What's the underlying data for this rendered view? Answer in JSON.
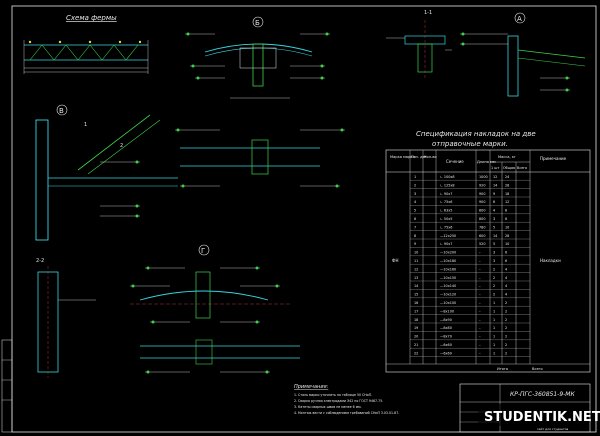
{
  "drawing": {
    "farm_scheme_title": "Схема фермы",
    "view_letters": {
      "b": "Б",
      "a": "А",
      "v": "В",
      "g": "Г"
    },
    "section_labels": {
      "s11": "1-1",
      "s22": "2-2",
      "cut1": "1",
      "cut2": "2"
    },
    "spec_title_line1": "Спецификация накладок на две",
    "spec_title_line2": "отправочные марки.",
    "spec_headers": {
      "mark": "Марка марки",
      "pos": "Поз. дет.",
      "qty": "Кол-во",
      "section": "Сечение",
      "length": "Длина мм",
      "mass_title": "Масса, кг",
      "mass_one": "1 шт",
      "mass_all": "Общая",
      "mass_total": "Всего",
      "note": "Примечание"
    },
    "spec_left_mark": "ФН",
    "spec_right_note": "Накладки",
    "spec_rows": [
      {
        "pos": "1",
        "section": "∟ 100х8",
        "length": "1000",
        "m1": "12",
        "mall": "24"
      },
      {
        "pos": "2",
        "section": "∟ 125х8",
        "length": "920",
        "m1": "14",
        "mall": "28"
      },
      {
        "pos": "3",
        "section": "∟ 90х7",
        "length": "900",
        "m1": "9",
        "mall": "18"
      },
      {
        "pos": "4",
        "section": "∟ 75х6",
        "length": "900",
        "m1": "6",
        "mall": "12"
      },
      {
        "pos": "5",
        "section": "∟ 63х5",
        "length": "800",
        "m1": "4",
        "mall": "8"
      },
      {
        "pos": "6",
        "section": "∟ 50х5",
        "length": "800",
        "m1": "3",
        "mall": "6"
      },
      {
        "pos": "7",
        "section": "∟ 75х6",
        "length": "780",
        "m1": "5",
        "mall": "10"
      },
      {
        "pos": "8",
        "section": "—12х250",
        "length": "600",
        "m1": "14",
        "mall": "28"
      },
      {
        "pos": "9",
        "section": "∟ 90х7",
        "length": "520",
        "m1": "5",
        "mall": "10"
      },
      {
        "pos": "10",
        "section": "—10х200",
        "length": "–",
        "m1": "3",
        "mall": "6"
      },
      {
        "pos": "11",
        "section": "—10х180",
        "length": "–",
        "m1": "3",
        "mall": "6"
      },
      {
        "pos": "12",
        "section": "—10х160",
        "length": "–",
        "m1": "2",
        "mall": "4"
      },
      {
        "pos": "13",
        "section": "—10х150",
        "length": "–",
        "m1": "2",
        "mall": "4"
      },
      {
        "pos": "14",
        "section": "—10х140",
        "length": "–",
        "m1": "2",
        "mall": "4"
      },
      {
        "pos": "15",
        "section": "—10х120",
        "length": "–",
        "m1": "2",
        "mall": "4"
      },
      {
        "pos": "16",
        "section": "—10х100",
        "length": "–",
        "m1": "1",
        "mall": "2"
      },
      {
        "pos": "17",
        "section": "—8х100",
        "length": "–",
        "m1": "1",
        "mall": "2"
      },
      {
        "pos": "18",
        "section": "—8х90",
        "length": "–",
        "m1": "1",
        "mall": "2"
      },
      {
        "pos": "19",
        "section": "—8х80",
        "length": "–",
        "m1": "1",
        "mall": "2"
      },
      {
        "pos": "20",
        "section": "—8х70",
        "length": "–",
        "m1": "1",
        "mall": "2"
      },
      {
        "pos": "21",
        "section": "—6х60",
        "length": "–",
        "m1": "1",
        "mall": "2"
      },
      {
        "pos": "22",
        "section": "—6х60",
        "length": "–",
        "m1": "1",
        "mall": "2"
      }
    ],
    "spec_footer1": "Итого",
    "spec_footer2": "Всего",
    "notes_title": "Примечания:",
    "notes": [
      "1. Сталь марки уточнить по таблице 50 СНиП.",
      "2. Сварка ручная электродами Э42 по ГОСТ 9467-75.",
      "3. Катеты сварных швов не менее 6 мм.",
      "4. Монтаж вести с соблюдением требований СНиП 3.03.01-87."
    ],
    "stamp_code": "КР-ПГС-360851-9-МК",
    "watermark": "STUDENTIK.NET",
    "watermark_sub": "сайт для студентов"
  },
  "colors": {
    "bg": "#000000",
    "cyan": "#36d6e0",
    "white": "#e8e8e8",
    "green": "#3cd24a",
    "yellow": "#e0d840",
    "red": "#e04040",
    "magenta": "#d050d0"
  }
}
